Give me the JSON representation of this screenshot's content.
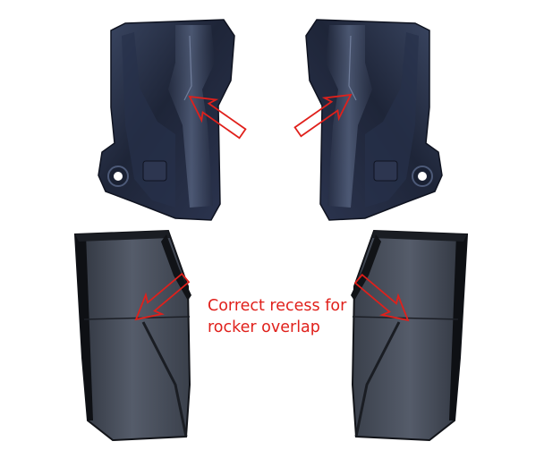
{
  "caption": {
    "line1": "Correct recess for",
    "line2": "rocker overlap"
  },
  "colors": {
    "background": "#ffffff",
    "annotation": "#e0201b",
    "bracket_dark": "#1b2235",
    "bracket_mid": "#3a4560",
    "panel_fill": "#4a5160",
    "panel_edge": "#15171c"
  },
  "parts": [
    {
      "name": "upper-left-bracket"
    },
    {
      "name": "upper-right-bracket"
    },
    {
      "name": "lower-left-cab-corner-panel"
    },
    {
      "name": "lower-right-cab-corner-panel"
    }
  ],
  "annotations": [
    {
      "name": "arrow-upper-left",
      "points_to": "upper-left-bracket"
    },
    {
      "name": "arrow-upper-right",
      "points_to": "upper-right-bracket"
    },
    {
      "name": "arrow-lower-left",
      "points_to": "lower-left-cab-corner-panel"
    },
    {
      "name": "arrow-lower-right",
      "points_to": "lower-right-cab-corner-panel"
    }
  ]
}
